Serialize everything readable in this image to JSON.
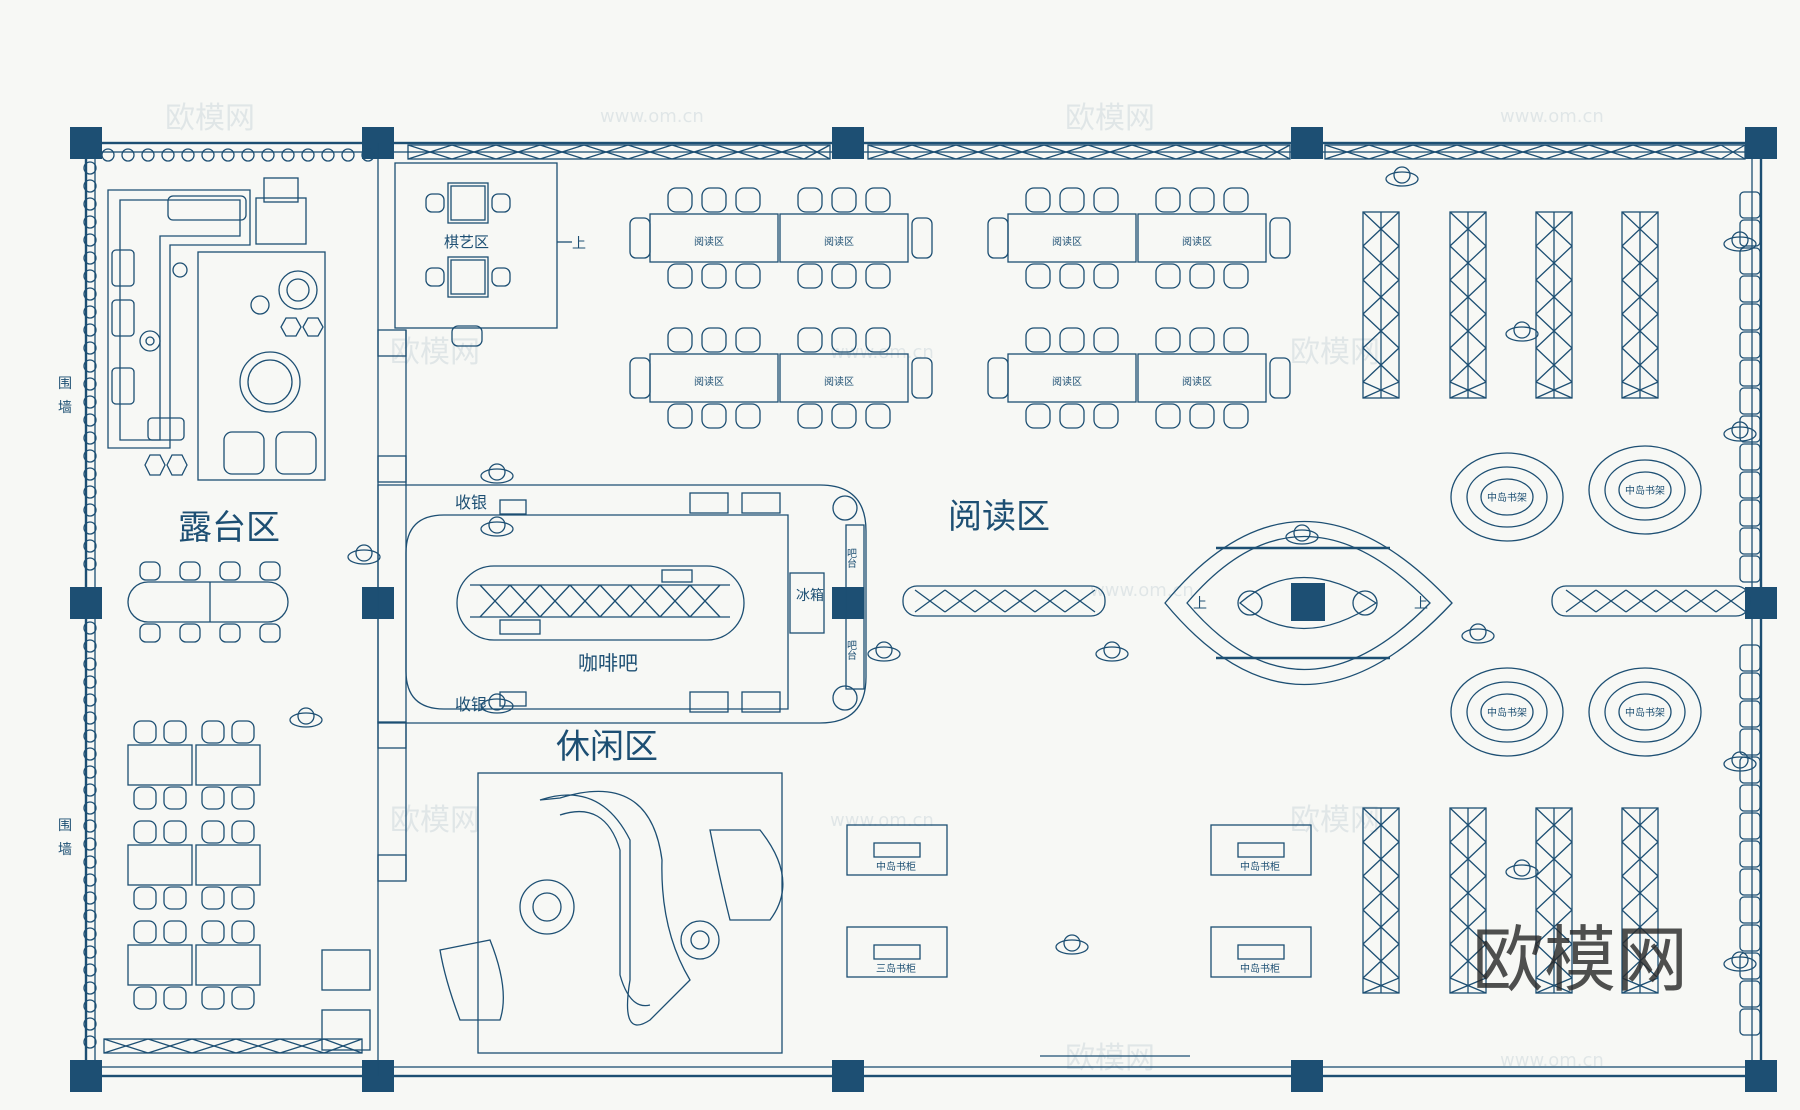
{
  "zones": {
    "terrace": "露台区",
    "chess": "棋艺区",
    "reading": "阅读区",
    "coffee": "咖啡吧",
    "leisure": "休闲区"
  },
  "labels": {
    "up": "上",
    "cashier": "收银",
    "fridge": "冰箱",
    "wall_1": "围",
    "wall_2": "墙",
    "reading_table": "阅读区",
    "shelf_round": "中岛书架",
    "shelf_rect": "中岛书柜",
    "shelf_rect_alt": "三岛书柜",
    "counter_side": "吧台"
  },
  "watermarks": {
    "brand_cn": "欧模网",
    "url": "www.om.cn"
  },
  "colors": {
    "line": "#1d4f73",
    "background": "#f7f8f5",
    "brand": "#2a2a2a"
  }
}
